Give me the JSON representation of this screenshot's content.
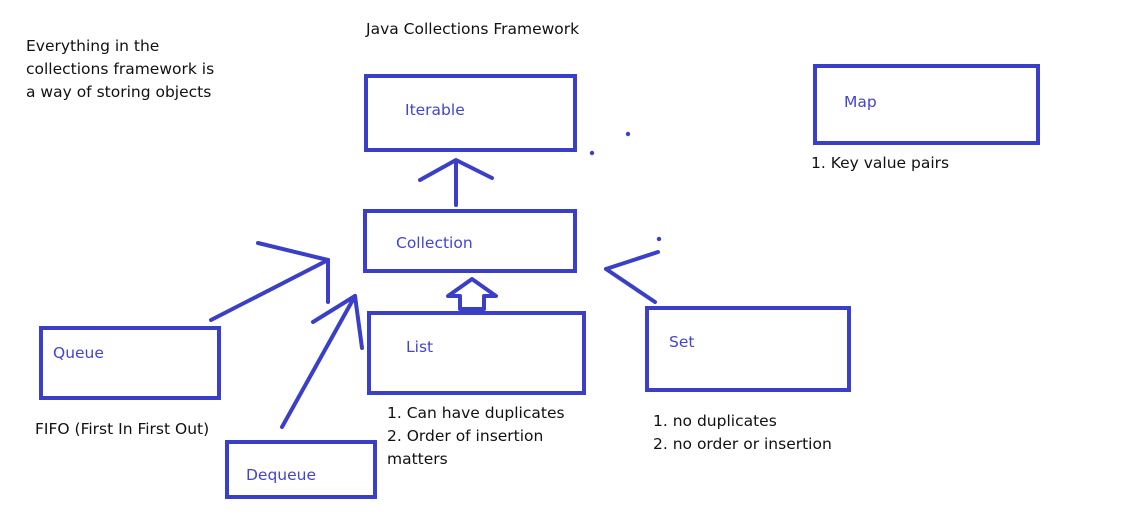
{
  "title": "Java Collections Framework",
  "intro_note": "Everything in the\ncollections framework is\na way of storing objects",
  "boxes": {
    "iterable": "Iterable",
    "collection": "Collection",
    "map": "Map",
    "queue": "Queue",
    "list": "List",
    "set": "Set",
    "dequeue": "Dequeue"
  },
  "notes": {
    "map": "1. Key value pairs",
    "queue": "FIFO (First In First Out)",
    "list": "1. Can have duplicates\n2. Order of insertion\nmatters",
    "set": "1. no duplicates\n2. no order or insertion"
  },
  "colors": {
    "ink": "#3a3fc8",
    "label": "#4444cc",
    "text": "#111111"
  }
}
